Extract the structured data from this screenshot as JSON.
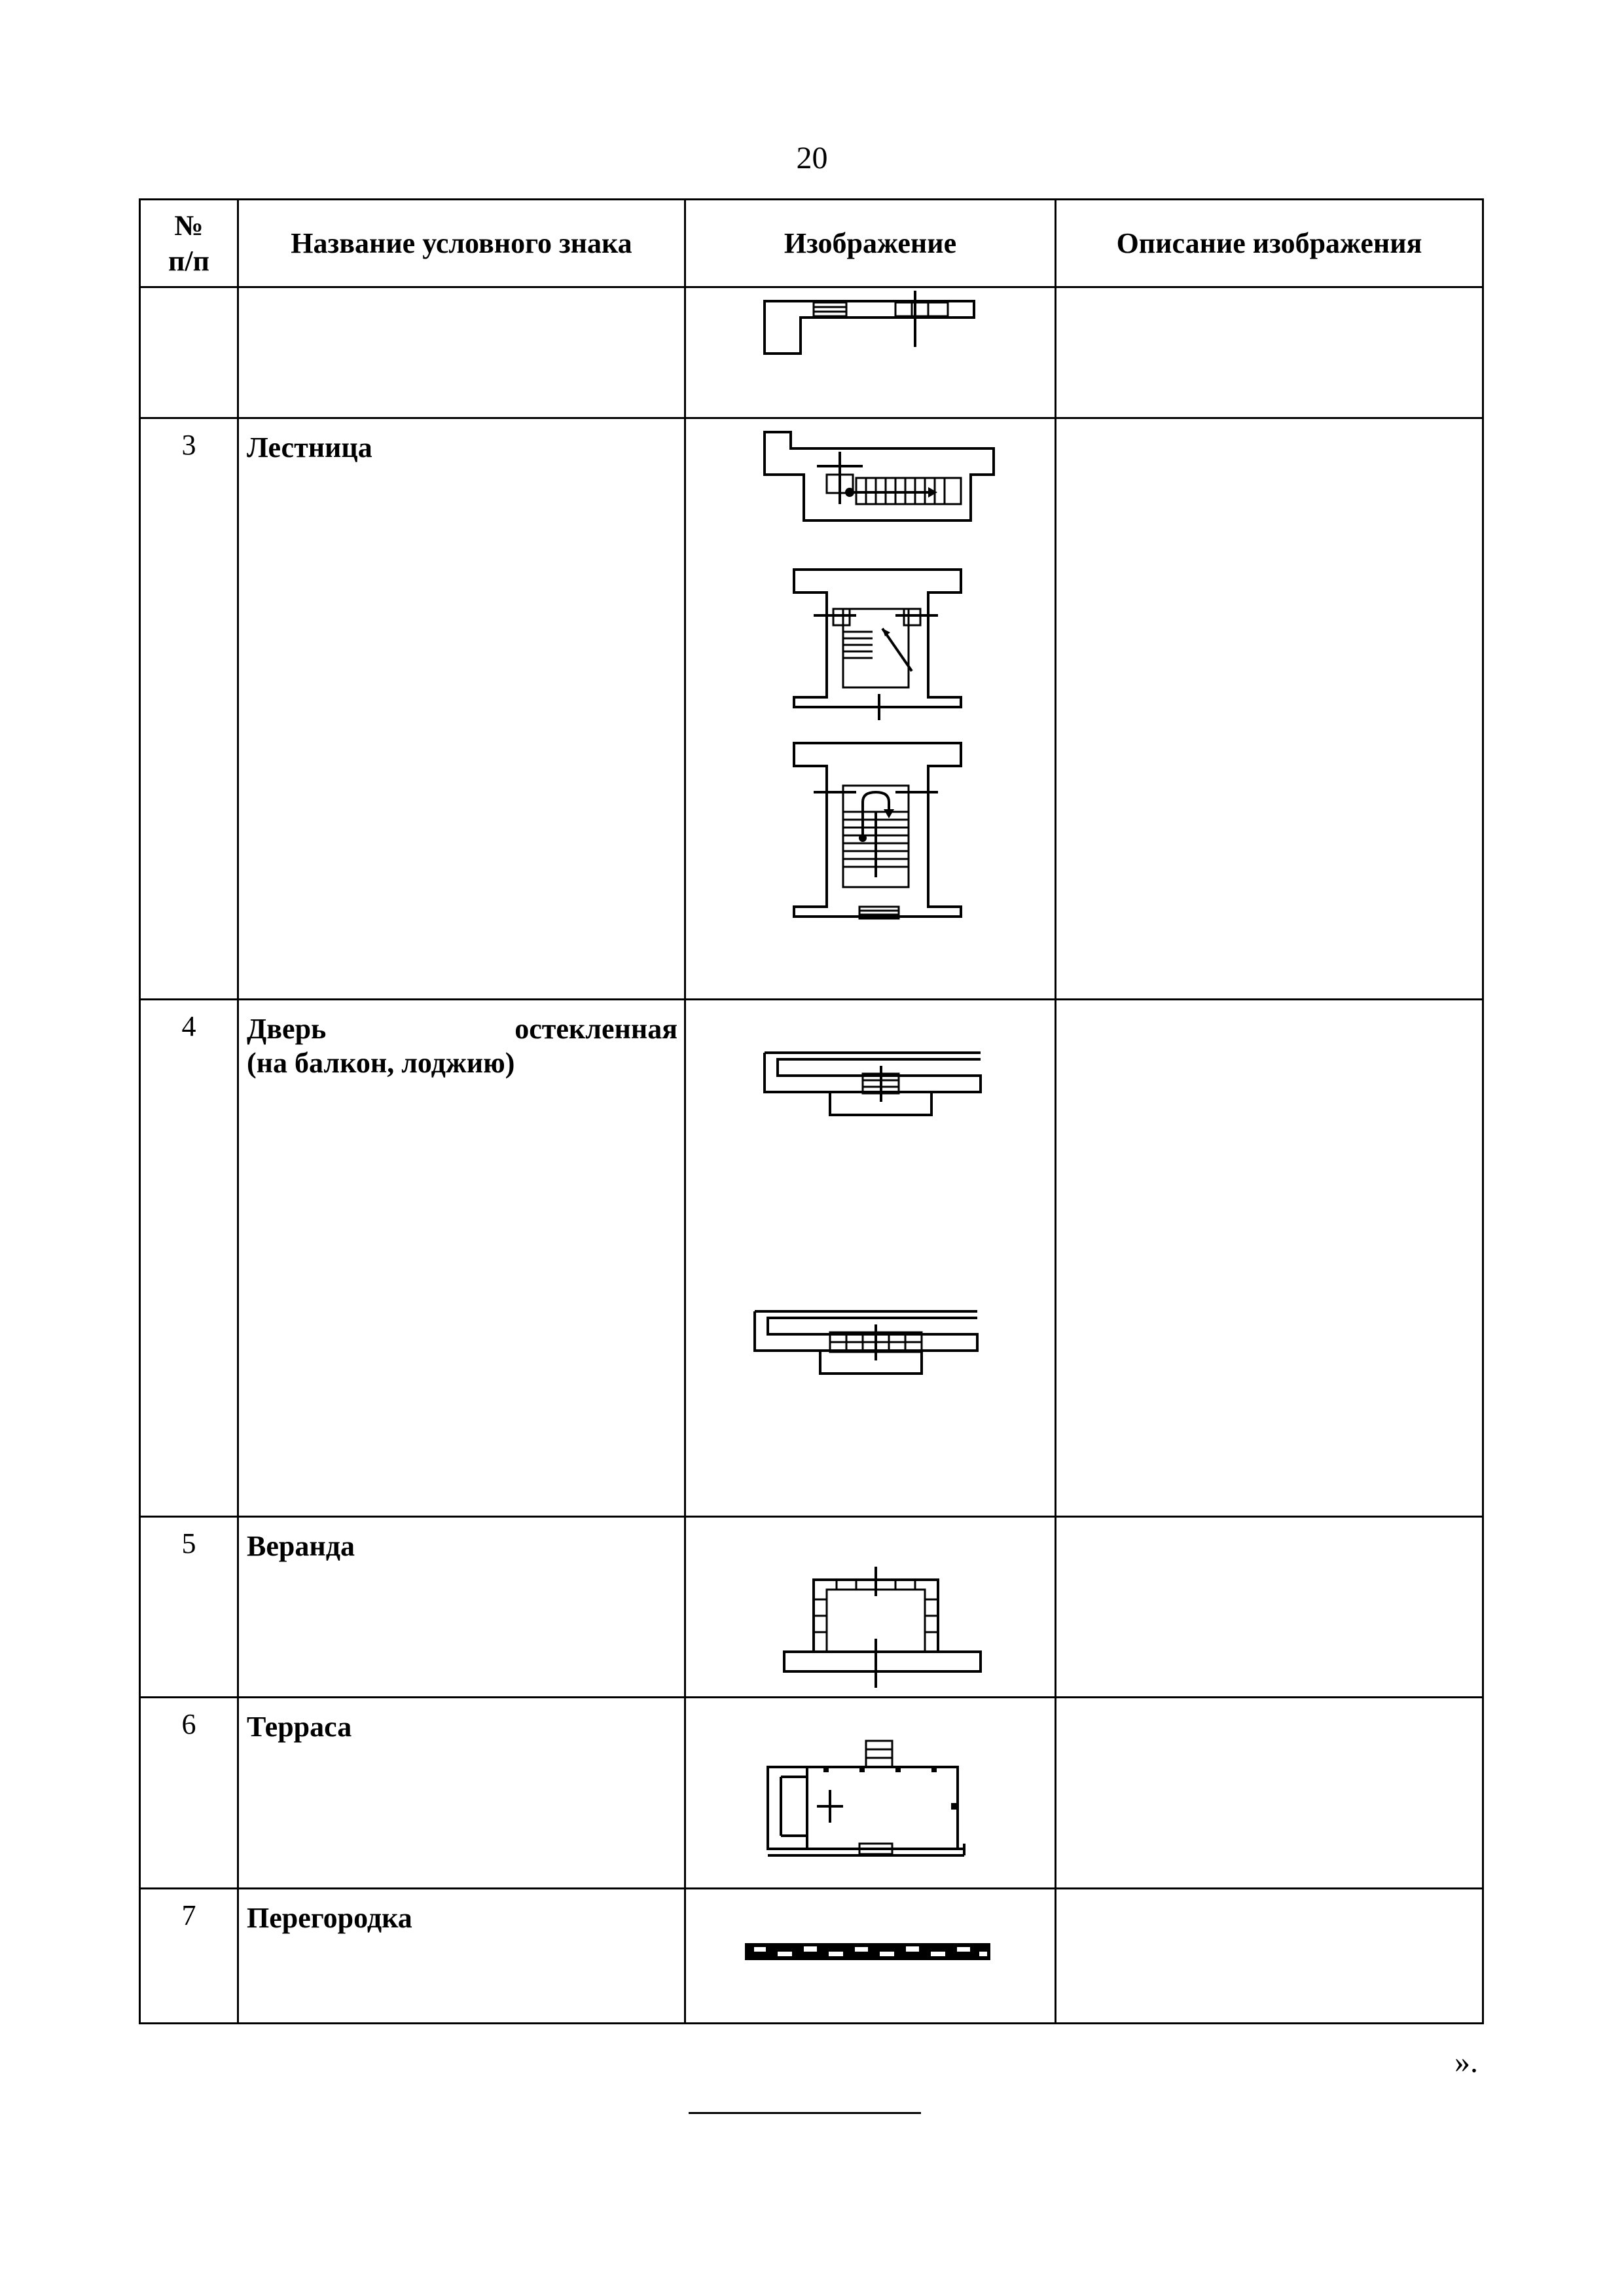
{
  "page_number": "20",
  "table": {
    "headers": {
      "num": "№ п/п",
      "name": "Название условного знака",
      "image": "Изображение",
      "description": "Описание изображения"
    },
    "rows": [
      {
        "num": "",
        "name": "",
        "image_icon": "window-wall-fragment-icon",
        "description": ""
      },
      {
        "num": "3",
        "name": "Лестница",
        "image_icon": "staircase-icons",
        "description": ""
      },
      {
        "num": "4",
        "name_line1": "Дверь остекленная",
        "name_line2": "(на балкон, лоджию)",
        "image_icon": "glazed-door-icons",
        "description": ""
      },
      {
        "num": "5",
        "name": "Веранда",
        "image_icon": "veranda-icon",
        "description": ""
      },
      {
        "num": "6",
        "name": "Терраса",
        "image_icon": "terrace-icon",
        "description": ""
      },
      {
        "num": "7",
        "name": "Перегородка",
        "image_icon": "partition-icon",
        "description": ""
      }
    ]
  },
  "closing_quote": "».",
  "footnote_rule": true
}
